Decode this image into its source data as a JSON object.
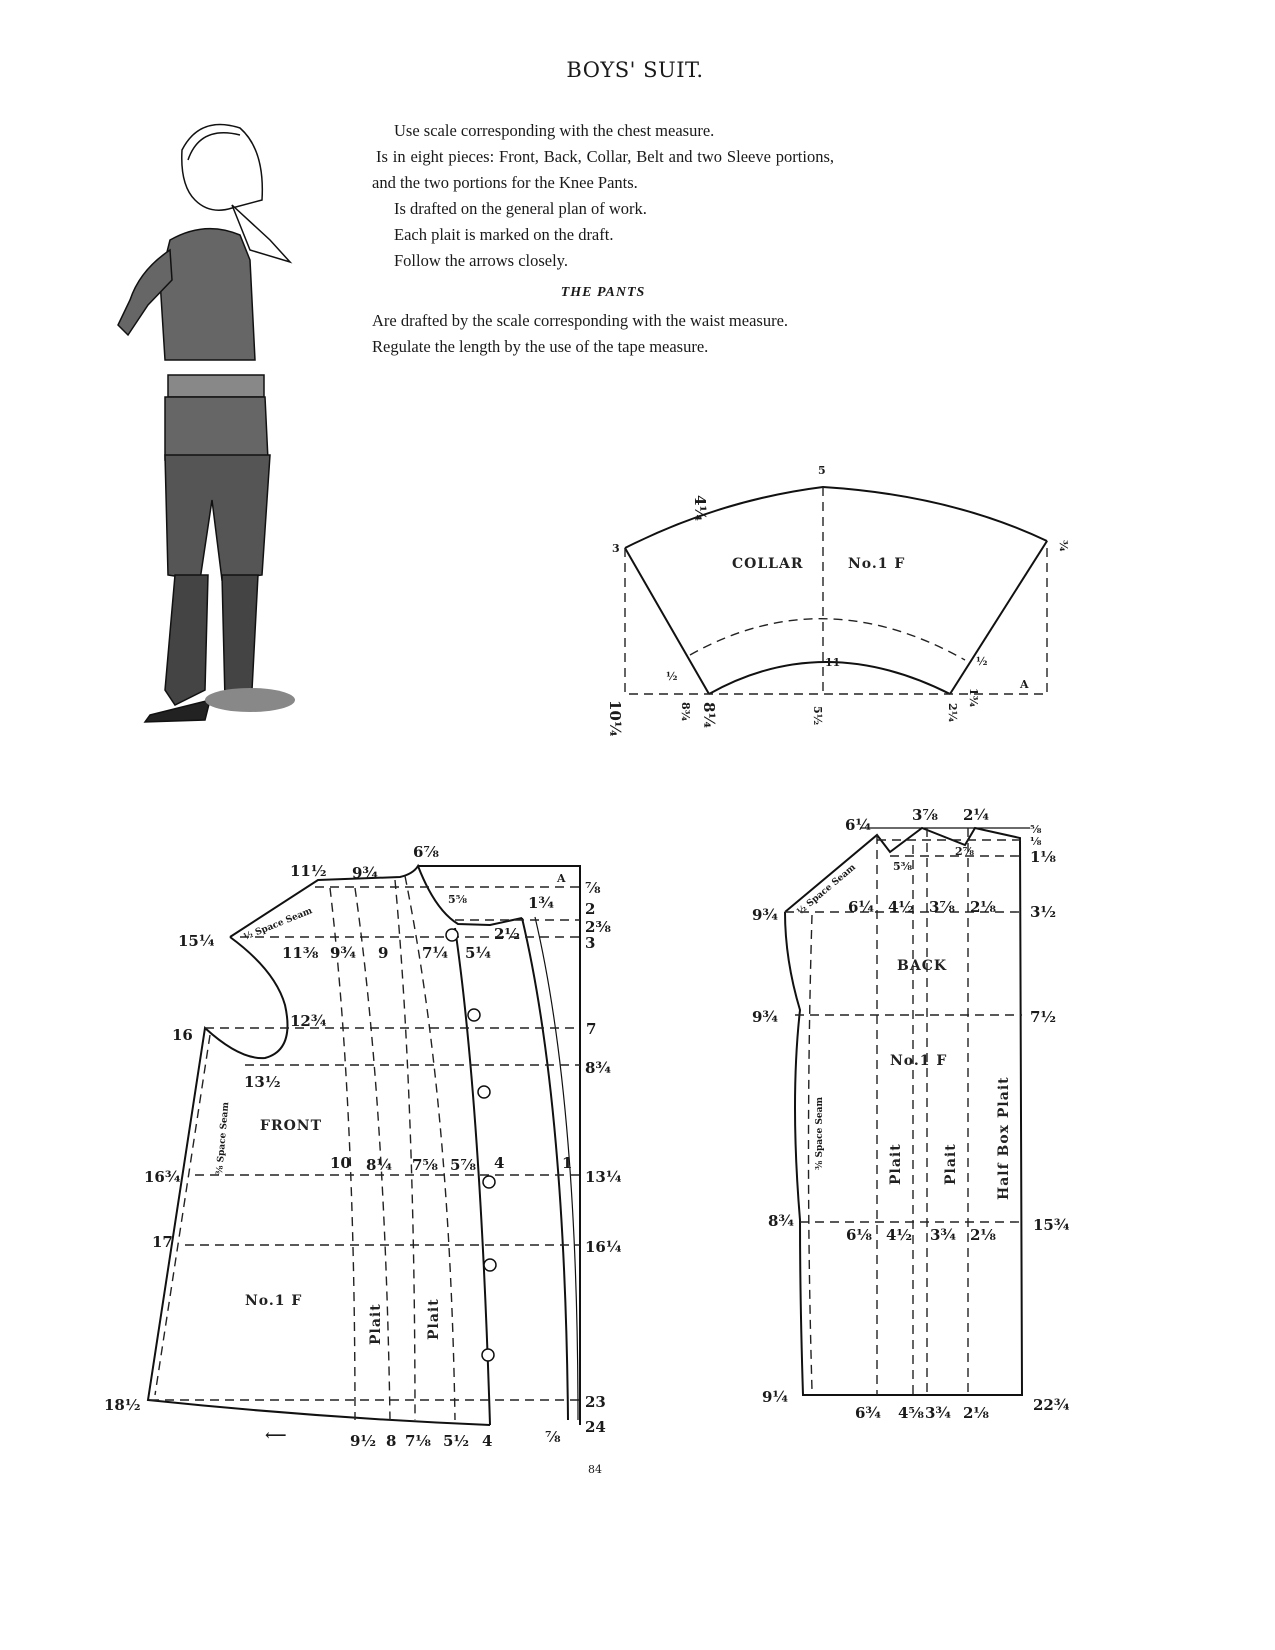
{
  "title": "BOYS' SUIT.",
  "intro": [
    "Use scale corresponding with the chest measure.",
    "Is in eight pieces: Front, Back, Collar, Belt and two Sleeve portions, and the two portions for the Knee Pants.",
    "Is drafted on the general plan of work.",
    "Each plait is marked on the draft.",
    "Follow the arrows closely."
  ],
  "pants": {
    "heading": "THE PANTS",
    "text": [
      "Are drafted by the scale corresponding with the waist measure.",
      "Regulate the length by the use of the tape measure."
    ]
  },
  "collar": {
    "name": "COLLAR",
    "pattern_no": "No.1 F",
    "measures": [
      "3",
      "4¼",
      "5",
      "¾",
      "10¼",
      "8¾",
      "8¼",
      "5½",
      "2¼",
      "1¾",
      "A",
      "½",
      "½",
      "11"
    ]
  },
  "front": {
    "name": "FRONT",
    "pattern_no": "No.1 F",
    "plait_labels": [
      "Plait",
      "Plait"
    ],
    "seam_labels": [
      "½ Space Seam",
      "⅜ Space Seam"
    ],
    "measures": [
      "6⅞",
      "11½",
      "9¾",
      "A",
      "⅞",
      "5⅝",
      "1¾",
      "2",
      "2⅜",
      "15¼",
      "2½",
      "3",
      "11⅜",
      "9¾",
      "9",
      "7¼",
      "5¼",
      "12¾",
      "7",
      "16",
      "8¾",
      "13½",
      "10",
      "8¼",
      "7⅝",
      "5⅞",
      "4",
      "1",
      "13¼",
      "16¾",
      "17",
      "16¼",
      "23",
      "18½",
      "24",
      "9½",
      "8",
      "7⅛",
      "5½",
      "4",
      "⅞"
    ]
  },
  "back": {
    "name": "BACK",
    "pattern_no": "No.1 F",
    "plait_labels": [
      "Plait",
      "Plait",
      "Half Box Plait"
    ],
    "seam_labels": [
      "½ Space Seam",
      "⅜ Space Seam"
    ],
    "measures": [
      "6¼",
      "3⅞",
      "2¼",
      "⅝",
      "⅛",
      "1⅛",
      "5⅜",
      "2⅞",
      "9¾",
      "6¼",
      "4½",
      "3⅞",
      "2⅛",
      "3½",
      "9¾",
      "7½",
      "8¾",
      "6⅛",
      "4½",
      "3¾",
      "2⅛",
      "15¾",
      "9¼",
      "6¾",
      "4⅝",
      "3¾",
      "2⅛",
      "22¾"
    ]
  },
  "page_number": "84"
}
